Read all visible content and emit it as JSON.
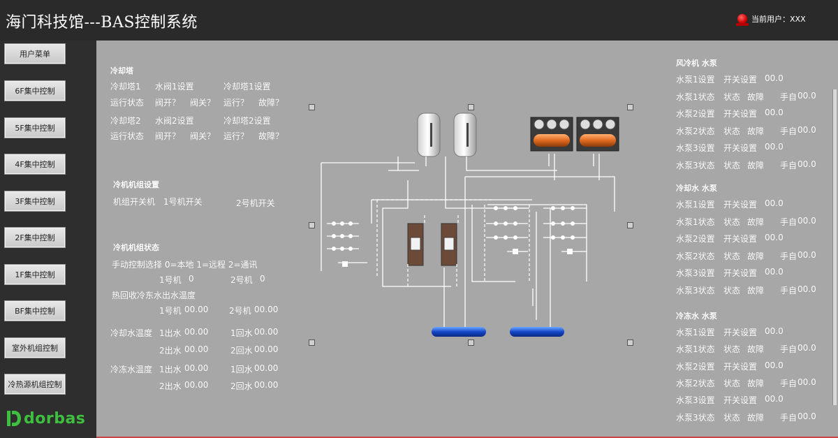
{
  "header": {
    "title": "海门科技馆---BAS控制系统",
    "user_label": "当前用户：XXX"
  },
  "sidebar": {
    "items": [
      {
        "label": "用户菜单"
      },
      {
        "label": "6F集中控制"
      },
      {
        "label": "5F集中控制"
      },
      {
        "label": "4F集中控制"
      },
      {
        "label": "3F集中控制"
      },
      {
        "label": "2F集中控制"
      },
      {
        "label": "1F集中控制"
      },
      {
        "label": "BF集中控制"
      },
      {
        "label": "室外机组控制"
      },
      {
        "label": "冷热源机组控制"
      }
    ],
    "logo_text": "dorbas"
  },
  "colors": {
    "main_bg": "#a7a7a7",
    "logo_green": "#3fbf3f",
    "alarm_red": "#d40000"
  },
  "left_panel": {
    "cooling_tower": {
      "title": "冷却塔",
      "t1_label": "冷却塔1",
      "t1_valve_setting": "水阀1设置",
      "t1_tower_setting": "冷却塔1设置",
      "status_label": "运行状态",
      "valve_open": "阀开？",
      "valve_close": "阀关？",
      "running": "运行？",
      "fault": "故障？",
      "t2_label": "冷却塔2",
      "t2_valve_setting": "水阀2设置",
      "t2_tower_setting": "冷却塔2设置"
    },
    "chiller_setting": {
      "title": "冷机机组设置",
      "switch_label": "机组开关机",
      "unit1_switch": "1号机开关",
      "unit2_switch": "2号机开关"
    },
    "chiller_status": {
      "title": "冷机机组状态",
      "manual_select": "手动控制选择 0=本地 1=远程 2=通讯",
      "unit1": "1号机",
      "unit1_val": "0",
      "unit2": "2号机",
      "unit2_val": "0",
      "heat_recovery": "热回收冷东水出水温度",
      "hr_unit1": "1号机",
      "hr_unit1_val": "00.00",
      "hr_unit2": "2号机",
      "hr_unit2_val": "00.00",
      "cooling_water_temp": "冷却水温度",
      "chilled_water_temp": "冷冻水温度",
      "out1": "1出水",
      "ret1": "1回水",
      "out2": "2出水",
      "ret2": "2回水",
      "value": "00.00"
    }
  },
  "right_panel": {
    "groups": [
      {
        "title": "风冷机 水泵",
        "rows": [
          {
            "label": "水泵1设置",
            "a": "开关设置",
            "b": "00.0"
          },
          {
            "label": "水泵1状态",
            "a": "状态",
            "b": "故障",
            "c": "手自",
            "d": "00.0"
          },
          {
            "label": "水泵2设置",
            "a": "开关设置",
            "b": "00.0"
          },
          {
            "label": "水泵2状态",
            "a": "状态",
            "b": "故障",
            "c": "手自",
            "d": "00.0"
          },
          {
            "label": "水泵3设置",
            "a": "开关设置",
            "b": "00.0"
          },
          {
            "label": "水泵3状态",
            "a": "状态",
            "b": "故障",
            "c": "手自",
            "d": "00.0"
          }
        ]
      },
      {
        "title": "冷却水 水泵",
        "rows": [
          {
            "label": "水泵1设置",
            "a": "开关设置",
            "b": "00.0"
          },
          {
            "label": "水泵1状态",
            "a": "状态",
            "b": "故障",
            "c": "手自",
            "d": "00.0"
          },
          {
            "label": "水泵2设置",
            "a": "开关设置",
            "b": "00.0"
          },
          {
            "label": "水泵2状态",
            "a": "状态",
            "b": "故障",
            "c": "手自",
            "d": "00.0"
          },
          {
            "label": "水泵3设置",
            "a": "开关设置",
            "b": "00.0"
          },
          {
            "label": "水泵3状态",
            "a": "状态",
            "b": "故障",
            "c": "手自",
            "d": "00.0"
          }
        ]
      },
      {
        "title": "冷冻水 水泵",
        "rows": [
          {
            "label": "水泵1设置",
            "a": "开关设置",
            "b": "00.0"
          },
          {
            "label": "水泵1状态",
            "a": "状态",
            "b": "故障",
            "c": "手自",
            "d": "00.0"
          },
          {
            "label": "水泵2设置",
            "a": "开关设置",
            "b": "00.0"
          },
          {
            "label": "水泵2状态",
            "a": "状态",
            "b": "故障",
            "c": "手自",
            "d": "00.0"
          },
          {
            "label": "水泵3设置",
            "a": "开关设置",
            "b": "00.0"
          },
          {
            "label": "水泵3状态",
            "a": "状态",
            "b": "故障",
            "c": "手自",
            "d": "00.0"
          }
        ]
      }
    ]
  }
}
